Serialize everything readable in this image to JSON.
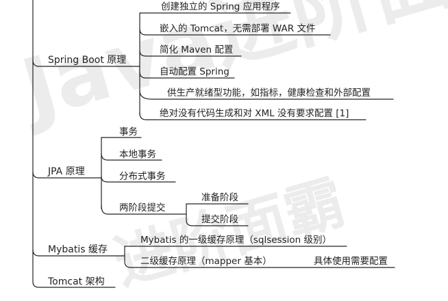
{
  "watermarks": [
    "Java进阶面霸",
    "进阶面霸"
  ],
  "colors": {
    "line": "#222222",
    "text": "#222222",
    "background": "#ffffff"
  },
  "sections": [
    {
      "label": "Spring Boot 原理",
      "children": [
        "创建独立的 Spring 应用程序",
        "嵌入的 Tomcat，无需部署 WAR 文件",
        "简化 Maven 配置",
        "自动配置 Spring",
        "供生产就绪型功能，如指标，健康检查和外部配置",
        "绝对没有代码生成和对 XML 没有要求配置 [1]"
      ]
    },
    {
      "label": "JPA 原理",
      "children": [
        "事务",
        "本地事务",
        "分布式事务",
        "两阶段提交"
      ],
      "grandchildren": [
        "准备阶段",
        "提交阶段"
      ]
    },
    {
      "label": "Mybatis 缓存",
      "children": [
        "Mybatis 的一级缓存原理（sqlsession 级别）",
        "二级缓存原理（mapper 基本）"
      ],
      "grandchildren": [
        "具体使用需要配置"
      ]
    },
    {
      "label": "Tomcat 架构",
      "children": []
    }
  ]
}
